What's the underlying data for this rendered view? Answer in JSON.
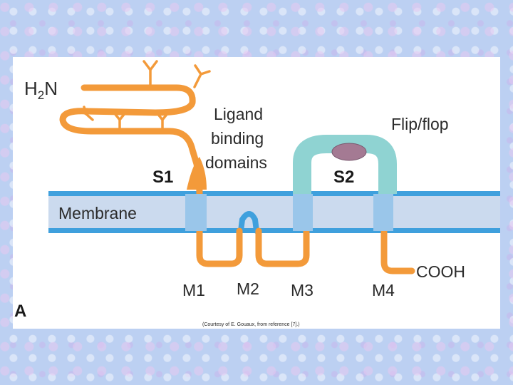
{
  "labels": {
    "n_terminus_h": "H",
    "n_terminus_sub": "2",
    "n_terminus_n": "N",
    "ligand_line1": "Ligand",
    "ligand_line2": "binding",
    "ligand_line3": "domains",
    "flip_flop": "Flip/flop",
    "s1": "S1",
    "s2": "S2",
    "membrane": "Membrane",
    "m1": "M1",
    "m2": "M2",
    "m3": "M3",
    "m4": "M4",
    "c_terminus": "COOH",
    "panel_letter": "A",
    "credit": "(Courtesy of E. Gouaux, from reference [7].)"
  },
  "colors": {
    "chain": "#f39a3a",
    "domain_s2": "#8fd3d2",
    "membrane_line": "#3fa0dd",
    "membrane_fill": "#cbdaee",
    "transmembrane": "#9ac6ea",
    "flip_oval": "#a47a93"
  }
}
